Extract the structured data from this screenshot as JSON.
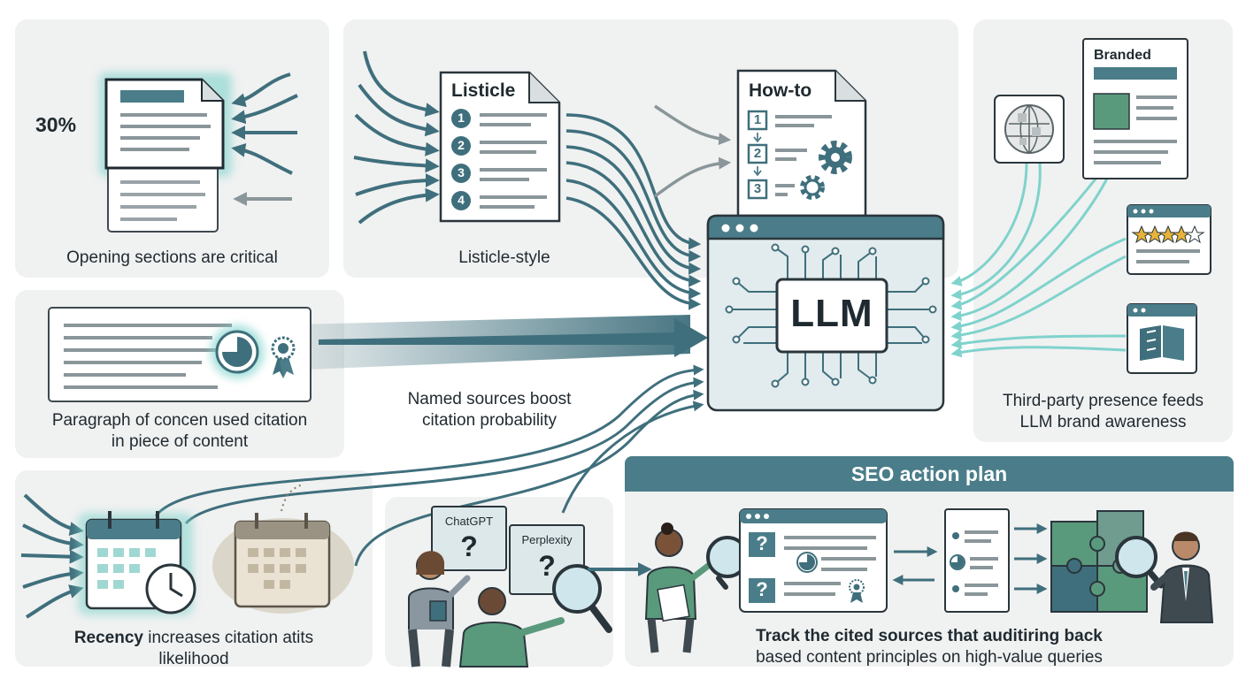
{
  "panels": {
    "opening": {
      "stat": "30%",
      "caption": "Opening sections are critical"
    },
    "listicle": {
      "doc_title": "Listicle",
      "items": [
        "1",
        "2",
        "3",
        "4"
      ],
      "caption": "Listicle-style"
    },
    "howto": {
      "doc_title": "How-to",
      "steps": [
        "1",
        "2",
        "3"
      ]
    },
    "named_sources": {
      "caption_line1": "Paragraph of concen used citation",
      "caption_line2": "in piece of content",
      "flow_label_line1": "Named sources boost",
      "flow_label_line2": "citation probability"
    },
    "llm": {
      "label": "LLM"
    },
    "third_party": {
      "branded_title": "Branded",
      "caption_line1": "Third-party presence feeds",
      "caption_line2": "LLM brand awareness"
    },
    "recency": {
      "caption_bold": "Recency",
      "caption_rest": " increases citation atits",
      "caption_line2": "likelihood"
    },
    "queries": {
      "bubble1": "ChatGPT",
      "bubble2": "Perplexity",
      "mark": "?"
    },
    "seo": {
      "banner": "SEO action plan",
      "caption_line1": "Track the cited sources that auditiring back",
      "caption_line2": "based content principles on high-value queries",
      "mark": "?"
    }
  },
  "colors": {
    "teal_dark": "#3f6f7c",
    "teal_header": "#4a7d89",
    "teal_glow": "#7fd3cc",
    "green": "#5a9a7c",
    "panel_bg": "#f0f1f1",
    "ink": "#1f2a30"
  }
}
